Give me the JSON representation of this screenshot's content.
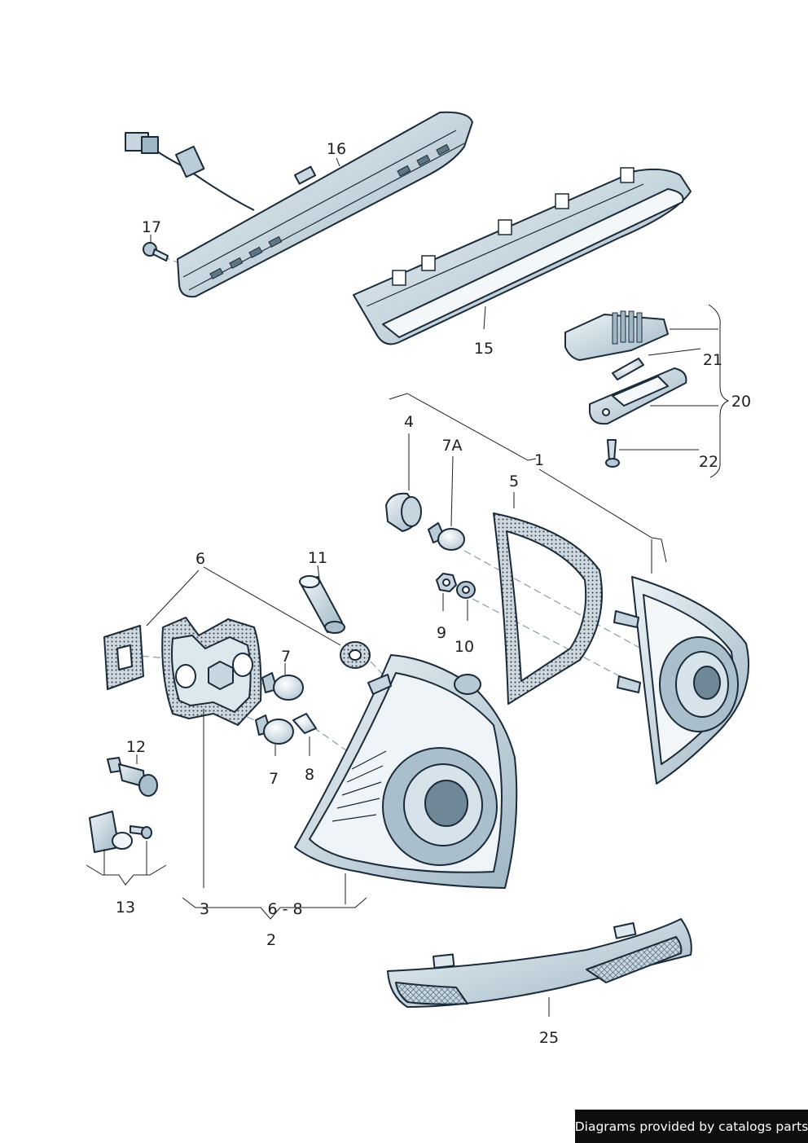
{
  "labels": {
    "l1": "1",
    "l2": "2",
    "l3": "3",
    "l4": "4",
    "l5": "5",
    "l6a": "6",
    "l6_8": "6 - 8",
    "l7a": "7",
    "l7b": "7",
    "l7A": "7A",
    "l8": "8",
    "l9": "9",
    "l10": "10",
    "l11": "11",
    "l12": "12",
    "l13": "13",
    "l15": "15",
    "l16": "16",
    "l17": "17",
    "l20": "20",
    "l21": "21",
    "l22": "22",
    "l25": "25"
  },
  "credit": "Diagrams provided by catalogs parts",
  "colors": {
    "part_fill": "#dde8ee",
    "part_shade": "#a9bfcc",
    "part_dark": "#6f8898",
    "outline": "#1b2a38",
    "seal_fill": "#ccd6dc"
  }
}
